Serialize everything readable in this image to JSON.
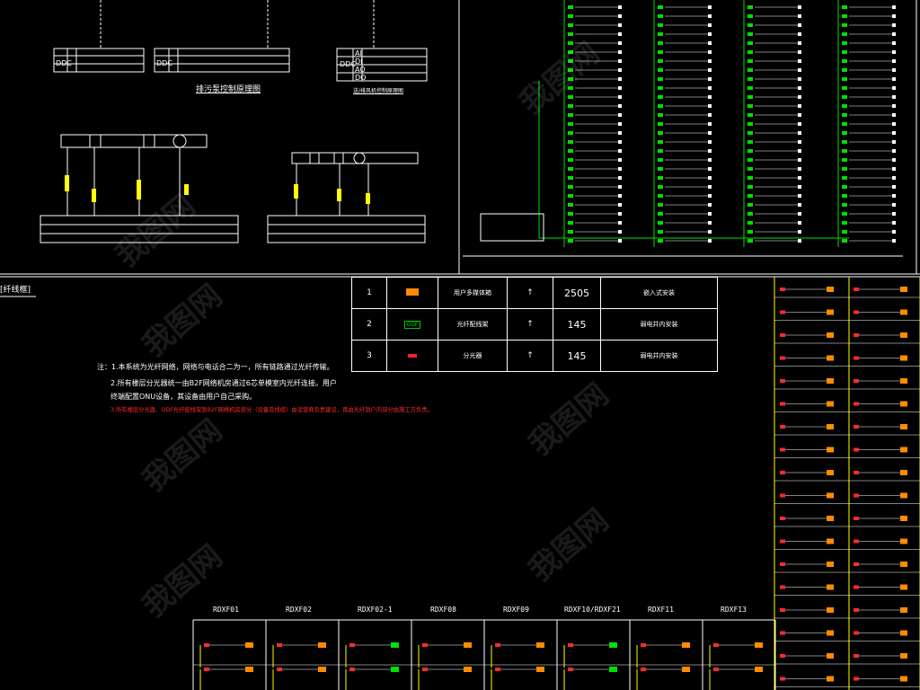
{
  "fiber_panel_title": "[纤线框]",
  "device_table": {
    "rows": [
      {
        "no": "1",
        "name": "用户多媒体箱",
        "qty": "2505",
        "remark": "嵌入式安装",
        "symbol_color": "#ff8c00"
      },
      {
        "no": "2",
        "name": "光纤配线架",
        "qty": "145",
        "remark": "弱电井内安装",
        "symbol_color": "#00cc00",
        "symbol_text": "ODF"
      },
      {
        "no": "3",
        "name": "分光器",
        "qty": "145",
        "remark": "弱电井内安装",
        "symbol_color": "#ff2020"
      }
    ]
  },
  "notes": {
    "n1": "注：1.本系统为光纤网络，网络与电话合二为一，所有链路通过光纤传输。",
    "n2a": "2.所有楼层分光器统一由B2F网络机房通过6芯单模室内光纤连接。用户",
    "n2b": "终端配置ONU设备，其设备由用户自己采购。",
    "n3": "3.所有楼层分光器、ODF光纤配线架到B2F网络机房部分（设备及线缆）由运营商负责建设，再由光纤到户的部分由施工方负责。"
  },
  "riser_columns": [
    "RDXF01",
    "RDXF02",
    "RDXF02-1",
    "RDXF08",
    "RDXF09",
    "RDXF10/RDXF21",
    "RDXF11",
    "RDXF13"
  ],
  "top_left": {
    "ddc_label": "DDC",
    "ddc_io": [
      "AI",
      "DI",
      "AO",
      "DO"
    ],
    "title_1": "排污泵控制原理图",
    "title_2": "送/排风机控制原理图"
  },
  "watermark": "我图网",
  "colors": {
    "line": "#ffffff",
    "green": "#00e000",
    "yellow": "#ffff00",
    "red": "#ff2a2a",
    "orange": "#ff8c00"
  }
}
